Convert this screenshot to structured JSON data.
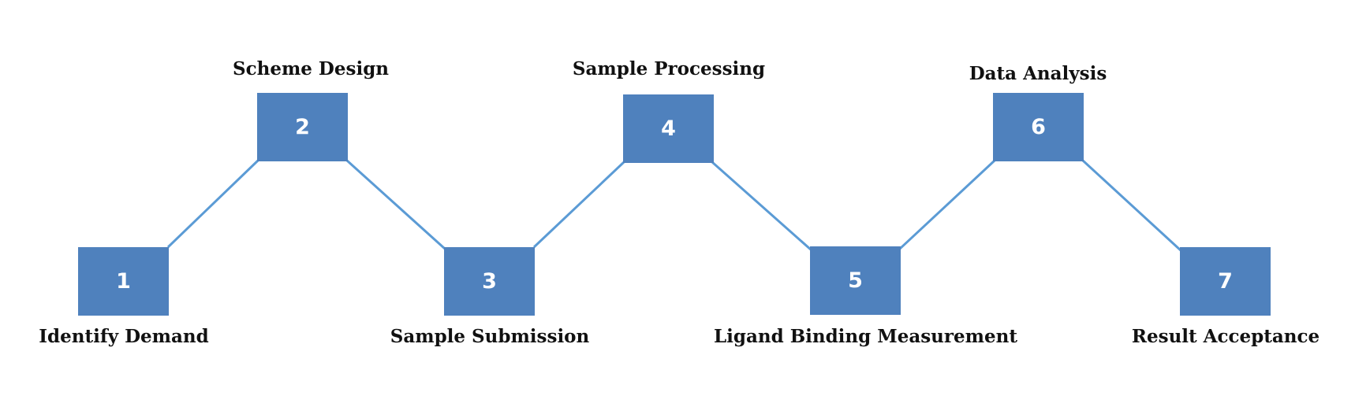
{
  "diagram": {
    "steps": [
      {
        "number": "1",
        "label": "Identify Demand"
      },
      {
        "number": "2",
        "label": "Scheme Design"
      },
      {
        "number": "3",
        "label": "Sample Submission"
      },
      {
        "number": "4",
        "label": "Sample Processing"
      },
      {
        "number": "5",
        "label": "Ligand Binding Measurement"
      },
      {
        "number": "6",
        "label": "Data Analysis"
      },
      {
        "number": "7",
        "label": "Result Acceptance"
      }
    ],
    "colors": {
      "box_fill": "#4f81bd",
      "connector": "#5b9bd5",
      "number_text": "#ffffff",
      "label_text": "#111111"
    }
  }
}
